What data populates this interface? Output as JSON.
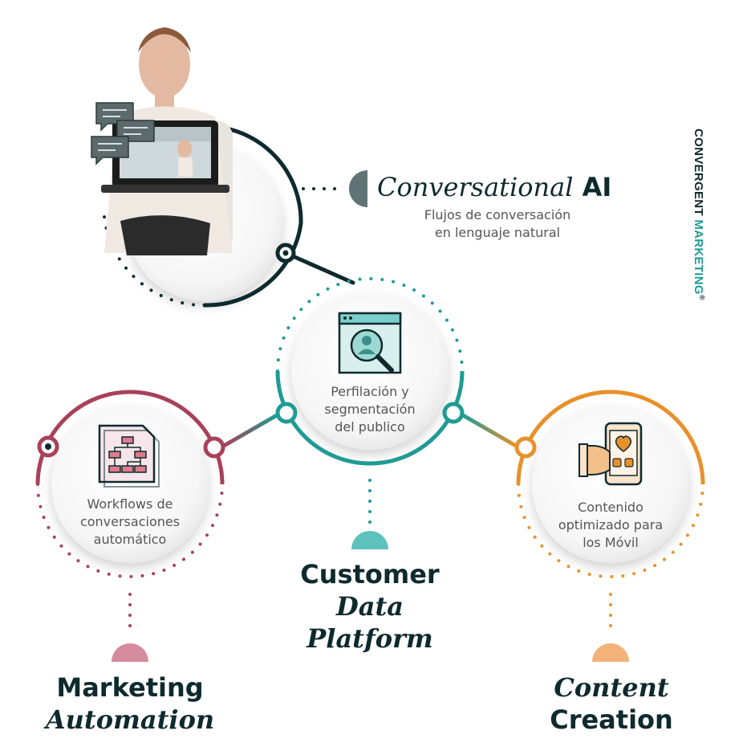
{
  "brand": {
    "name_part1": "CONVERGENT ",
    "name_part2": "MARKETING",
    "registered": "®"
  },
  "conversational_ai": {
    "title_italic": "Conversational",
    "title_plain": " AI",
    "desc_line1": "Flujos de conversación",
    "desc_line2": "en lenguaje natural"
  },
  "cdp": {
    "icon": "profile-search-icon",
    "desc_line1": "Perfilación y",
    "desc_line2": "segmentación",
    "desc_line3": "del publico",
    "title_line1": "Customer",
    "title_line2": "Data",
    "title_line3": "Platform",
    "color": "#1f9b94"
  },
  "marketing_automation": {
    "icon": "workflow-chart-icon",
    "desc_line1": "Workflows de",
    "desc_line2": "conversaciones",
    "desc_line3": "automático",
    "title_line1": "Marketing",
    "title_line2": "Automation",
    "color": "#a8415a"
  },
  "content_creation": {
    "icon": "mobile-heart-icon",
    "desc_line1": "Contenido",
    "desc_line2": "optimizado para",
    "desc_line3": "los Móvil",
    "title_line1": "Content",
    "title_line2": "Creation",
    "color": "#e8912b"
  },
  "colors": {
    "dark": "#0e2a2e",
    "teal": "#1f9b94",
    "magenta": "#a8415a",
    "orange": "#e8912b"
  }
}
